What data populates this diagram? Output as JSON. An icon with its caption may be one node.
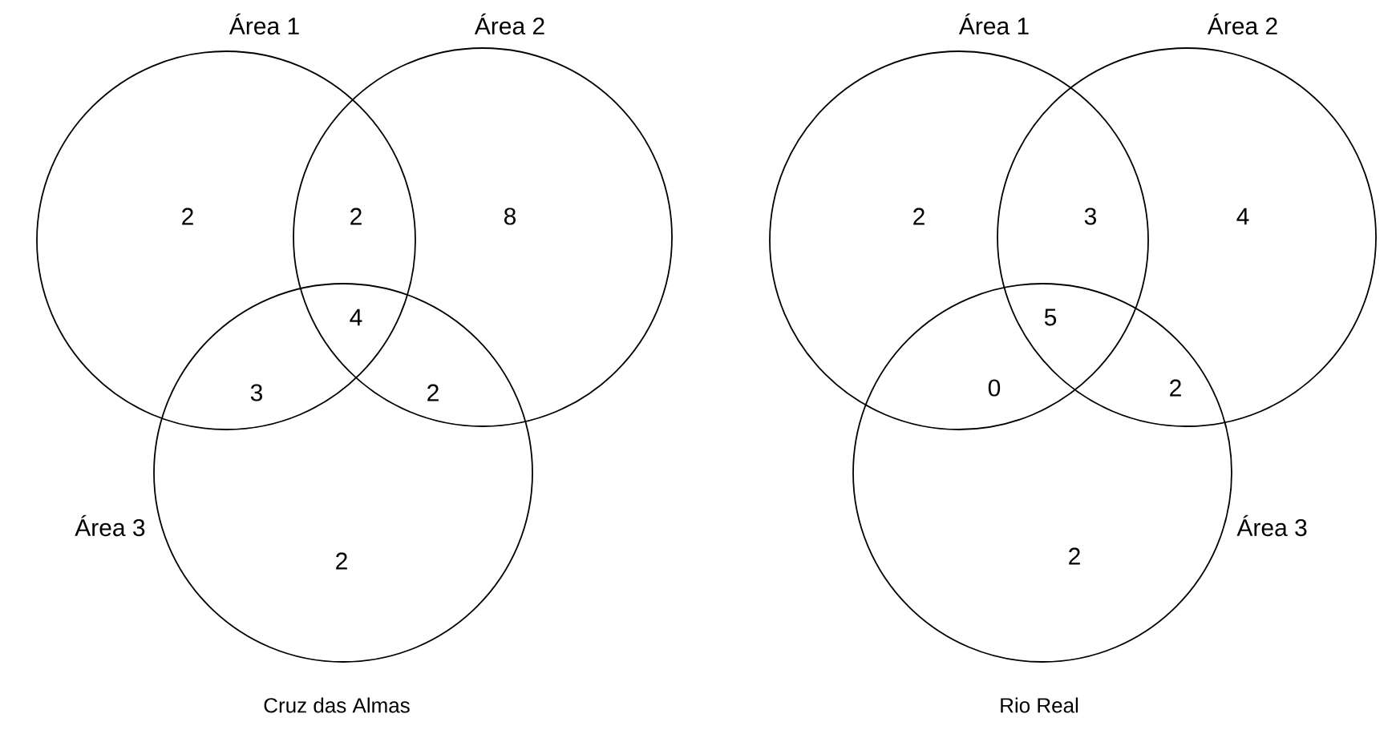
{
  "diagram": {
    "nodes": [
      {
        "text": [
          "Área 1"
        ]
      },
      {
        "text": [
          "Área 2"
        ]
      },
      {
        "text": [
          "Área 3"
        ]
      },
      {
        "text": [
          "Área 1"
        ]
      },
      {
        "text": [
          "Área 2"
        ]
      },
      {
        "text": [
          "Área 3"
        ]
      }
    ],
    "labels": [
      "2",
      "2",
      "8",
      "4",
      "3",
      "2",
      "2",
      "Cruz das Almas",
      "2",
      "3",
      "4",
      "5",
      "0",
      "2",
      "2",
      "Rio Real"
    ]
  }
}
